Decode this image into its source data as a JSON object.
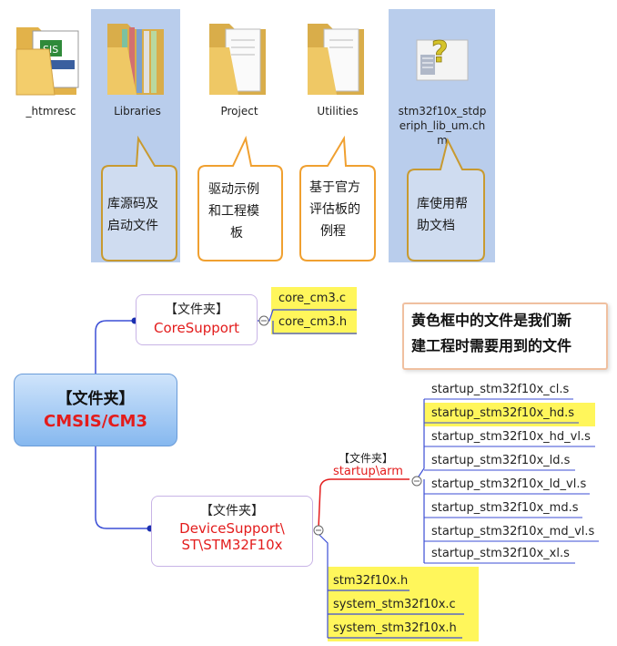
{
  "files": [
    {
      "name": "_htmresc",
      "selected": false
    },
    {
      "name": "Libraries",
      "selected": true
    },
    {
      "name": "Project",
      "selected": false
    },
    {
      "name": "Utilities",
      "selected": false
    },
    {
      "name": "stm32f10x_stdperiph_lib_um.chm",
      "name_lines": [
        "stm32f10x_stdp",
        "eriph_lib_um.ch",
        "m"
      ],
      "selected": true
    }
  ],
  "callouts": [
    {
      "lines": [
        "库源码及",
        "启动文件"
      ]
    },
    {
      "lines": [
        "驱动示例",
        "和工程模",
        "板"
      ]
    },
    {
      "lines": [
        "基于官方",
        "评估板的",
        "例程"
      ]
    },
    {
      "lines": [
        "库使用帮",
        "助文档"
      ]
    }
  ],
  "diagram": {
    "root": {
      "tag": "【文件夹】",
      "name": "CMSIS/CM3"
    },
    "core_support": {
      "tag": "【文件夹】",
      "name": "CoreSupport",
      "files": [
        "core_cm3.c",
        "core_cm3.h"
      ]
    },
    "device_support": {
      "tag": "【文件夹】",
      "name_lines": [
        "DeviceSupport\\",
        "ST\\STM32F10x"
      ],
      "files": [
        "stm32f10x.h",
        "system_stm32f10x.c",
        "system_stm32f10x.h"
      ]
    },
    "startup": {
      "tag": "【文件夹】",
      "name": "startup\\arm",
      "files": [
        "startup_stm32f10x_cl.s",
        "startup_stm32f10x_hd.s",
        "startup_stm32f10x_hd_vl.s",
        "startup_stm32f10x_ld.s",
        "startup_stm32f10x_ld_vl.s",
        "startup_stm32f10x_md.s",
        "startup_stm32f10x_md_vl.s",
        "startup_stm32f10x_xl.s"
      ],
      "highlighted": "startup_stm32f10x_hd.s"
    },
    "note": [
      "黄色框中的文件是我们新",
      "建工程时需要用到的文件"
    ]
  },
  "colors": {
    "selection": "#b9cdec",
    "highlight": "#fff65b",
    "red": "#e31c1c",
    "callout_border": "#f0a030",
    "line": "#3b4ed6"
  }
}
